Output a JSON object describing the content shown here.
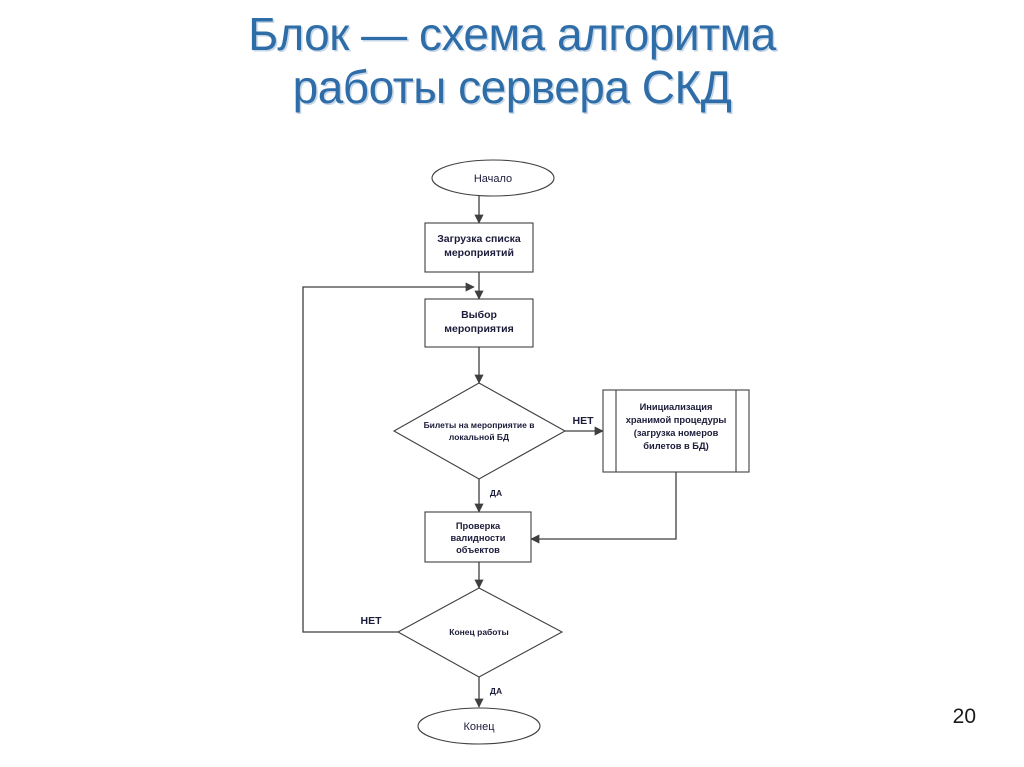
{
  "slide": {
    "title": "Блок — схема алгоритма\nработы сервера СКД",
    "title_color": "#2E6DA8",
    "page_number": "20"
  },
  "diagram": {
    "type": "flowchart",
    "nodes": [
      {
        "id": "start",
        "shape": "terminator",
        "label": "Начало"
      },
      {
        "id": "load",
        "shape": "process",
        "label_line1": "Загрузка списка",
        "label_line2": "мероприятий"
      },
      {
        "id": "select",
        "shape": "process",
        "label_line1": "Выбор",
        "label_line2": "мероприятия"
      },
      {
        "id": "has_tickets",
        "shape": "decision",
        "label_line1": "Билеты на мероприятие в",
        "label_line2": "локальной БД"
      },
      {
        "id": "init_proc",
        "shape": "predefined-process",
        "label_line1": "Инициализация",
        "label_line2": "хранимой процедуры",
        "label_line3": "(загрузка номеров",
        "label_line4": "билетов в БД)"
      },
      {
        "id": "validate",
        "shape": "process",
        "label_line1": "Проверка",
        "label_line2": "валидности",
        "label_line3": "объектов"
      },
      {
        "id": "finished",
        "shape": "decision",
        "label": "Конец работы"
      },
      {
        "id": "end",
        "shape": "terminator",
        "label": "Конец"
      }
    ],
    "edge_labels": {
      "tickets_no": "НЕТ",
      "tickets_yes": "ДА",
      "finished_no": "НЕТ",
      "finished_yes": "ДА"
    }
  }
}
